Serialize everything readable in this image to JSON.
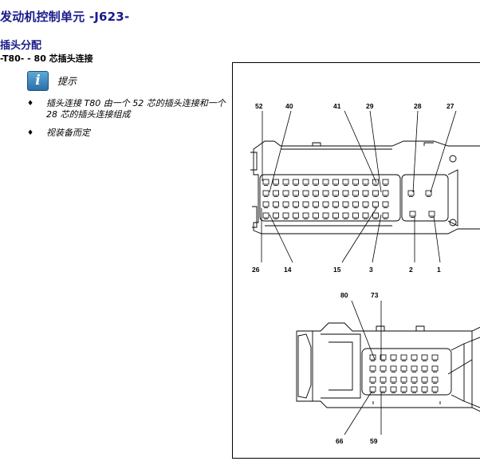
{
  "title": "发动机控制单元 -J623-",
  "section": "插头分配",
  "subsection": "-T80- - 80 芯插头连接",
  "note": {
    "icon": "info-icon",
    "icon_glyph": "i",
    "label": "提示"
  },
  "bullets": [
    {
      "mark": "♦",
      "text": "插头连接 T80 由一个 52 芯的插头连接和一个 28 芯的插头连接组成"
    },
    {
      "mark": "♦",
      "text": "视装备而定"
    }
  ],
  "figure": {
    "upper_connector": {
      "top_labels": [
        "52",
        "40",
        "41",
        "29",
        "28",
        "27"
      ],
      "bottom_labels": [
        "26",
        "14",
        "15",
        "3",
        "2",
        "1"
      ]
    },
    "lower_connector": {
      "top_labels": [
        "80",
        "73"
      ],
      "bottom_labels": [
        "66",
        "59"
      ]
    }
  }
}
